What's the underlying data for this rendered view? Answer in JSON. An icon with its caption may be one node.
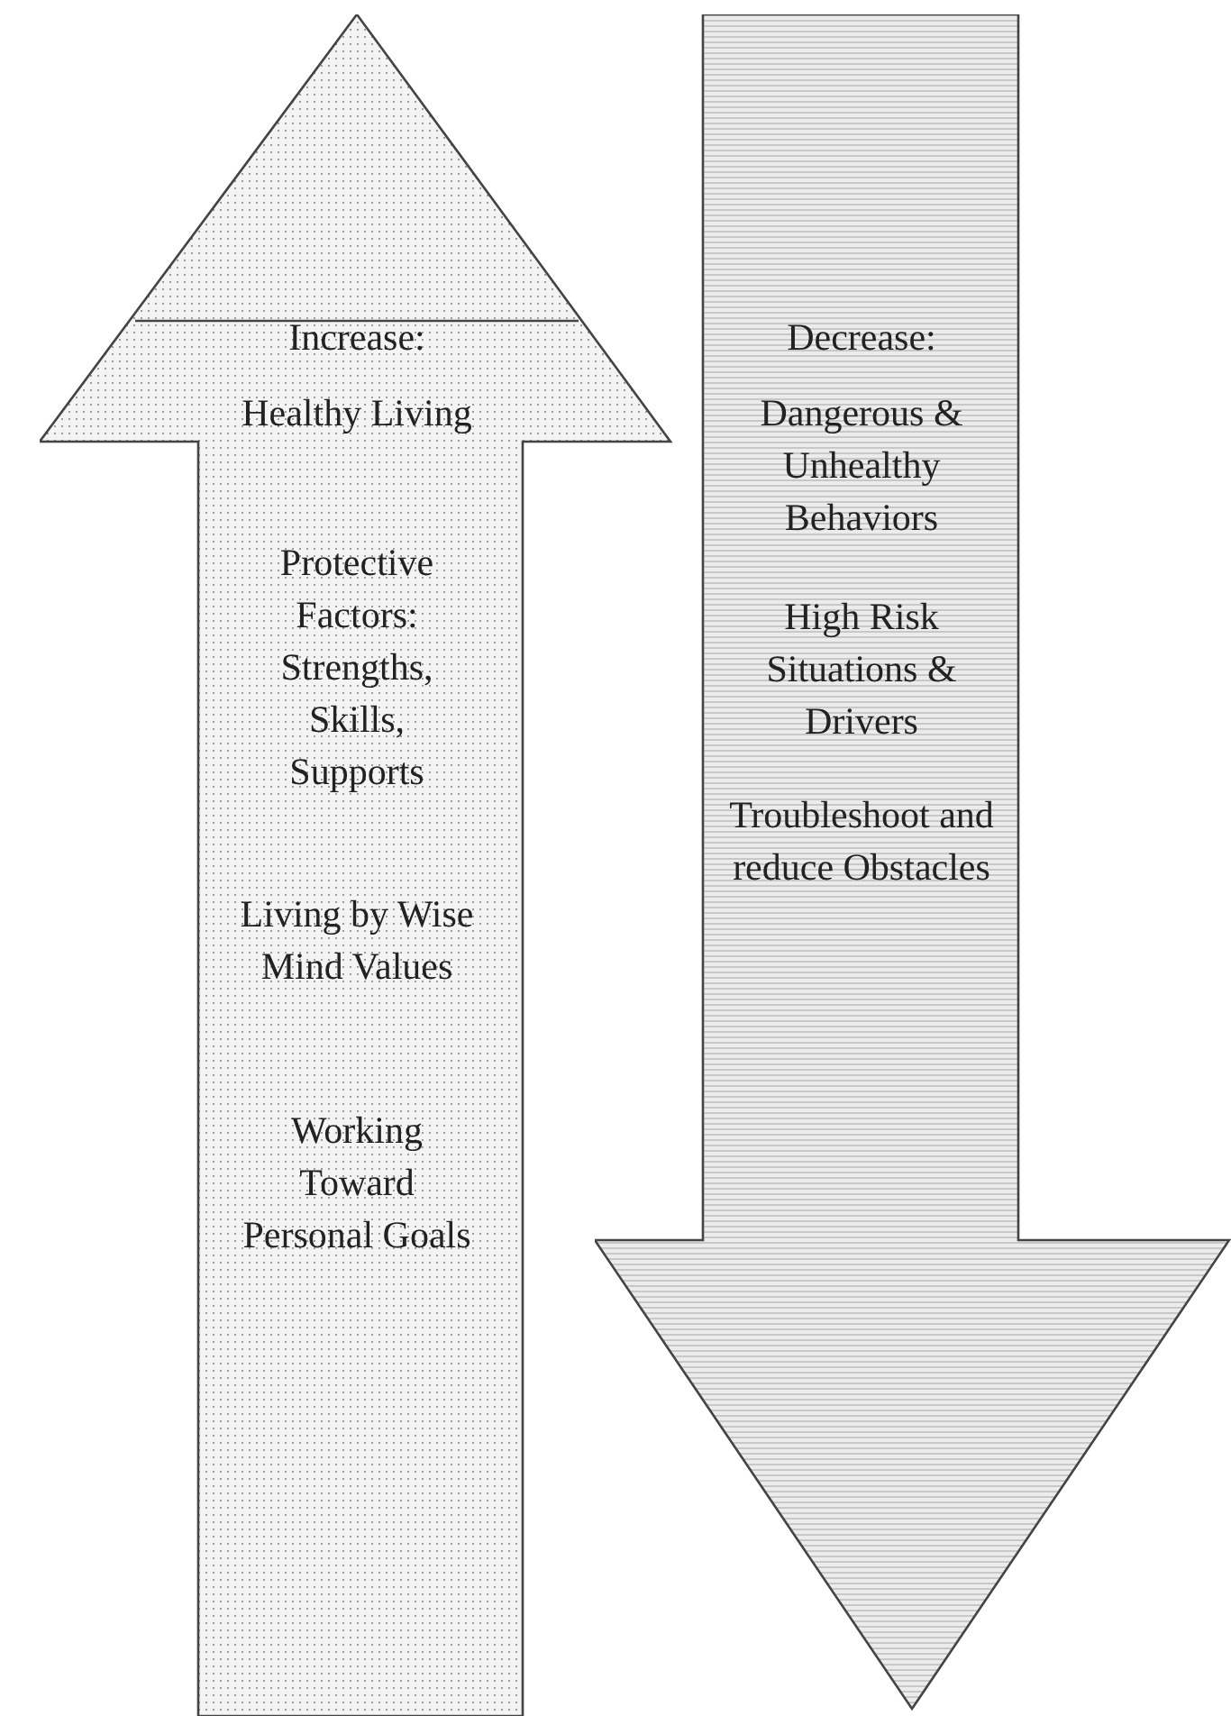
{
  "diagram": {
    "nodes": [
      {
        "text": [
          "Increase:",
          "Healthy Living",
          "Protective Factors: Strengths, Skills, Supports",
          "Living by Wise Mind Values",
          "Working Toward Personal Goals"
        ]
      },
      {
        "text": [
          "Decrease:",
          "Dangerous & Unhealthy Behaviors",
          "High Risk Situations & Drivers",
          "Troubleshoot and reduce Obstacles"
        ]
      }
    ],
    "edges": []
  }
}
